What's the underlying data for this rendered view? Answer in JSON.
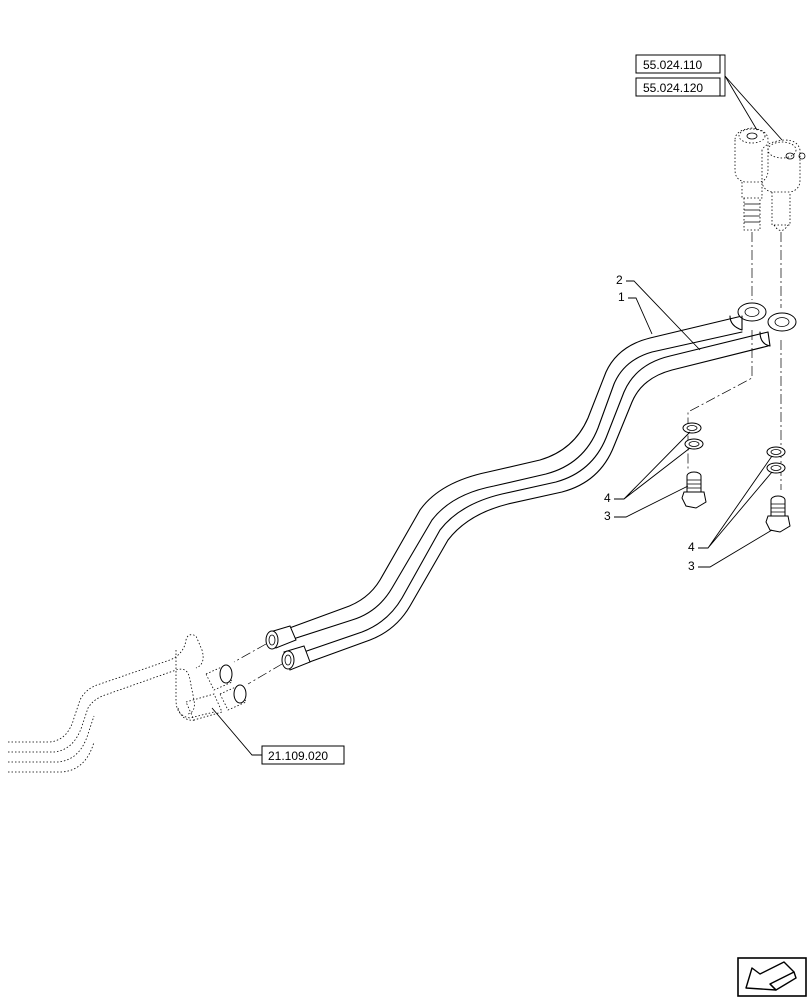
{
  "references": {
    "ref_top_1": "55.024.110",
    "ref_top_2": "55.024.120",
    "ref_bottom": "21.109.020"
  },
  "callouts": {
    "pipe_2": "2",
    "pipe_1": "1",
    "left_seal": "4",
    "left_bolt": "3",
    "right_seal": "4",
    "right_bolt": "3"
  },
  "nav_icon": "arrow-icon"
}
